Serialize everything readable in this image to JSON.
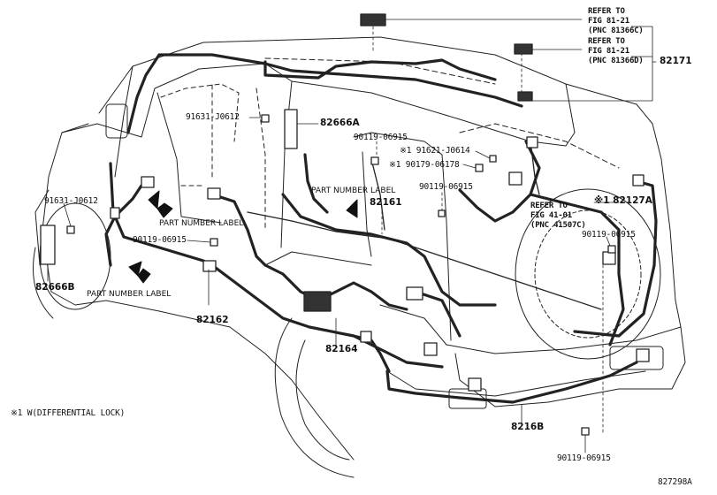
{
  "refs": {
    "fig81_21_c": {
      "line1": "REFER TO",
      "line2": "FIG 81-21",
      "line3": "(PNC 81366C)"
    },
    "fig81_21_d": {
      "line1": "REFER TO",
      "line2": "FIG 81-21",
      "line3": "(PNC 81366D)"
    },
    "fig41_01": {
      "line1": "REFER TO",
      "line2": "FIG 41-01",
      "line3": "(PNC 41507C)"
    }
  },
  "parts": {
    "p82171": "82171",
    "p91631_a": "91631-J0612",
    "p82666A": "82666A",
    "p90119_a": "90119-06915",
    "p91621": "※1 91621-J0614",
    "p90179": "※1 90179-06178",
    "p90119_b": "90119-06915",
    "p82161": "82161",
    "p82127A": "※1 82127A",
    "p90119_c": "90119-06915",
    "p91631_b": "91631-J0612",
    "p82666B": "82666B",
    "p90119_d": "90119-06915",
    "p82162": "82162",
    "p82164": "82164",
    "p8216B": "8216B",
    "p90119_e": "90119-06915"
  },
  "labels": {
    "pnl_1": "PART NUMBER LABEL",
    "pnl_2": "PART NUMBER LABEL",
    "pnl_3": "PART NUMBER LABEL"
  },
  "footnote": "※1 W(DIFFERENTIAL LOCK)",
  "figure_id": "827298A"
}
